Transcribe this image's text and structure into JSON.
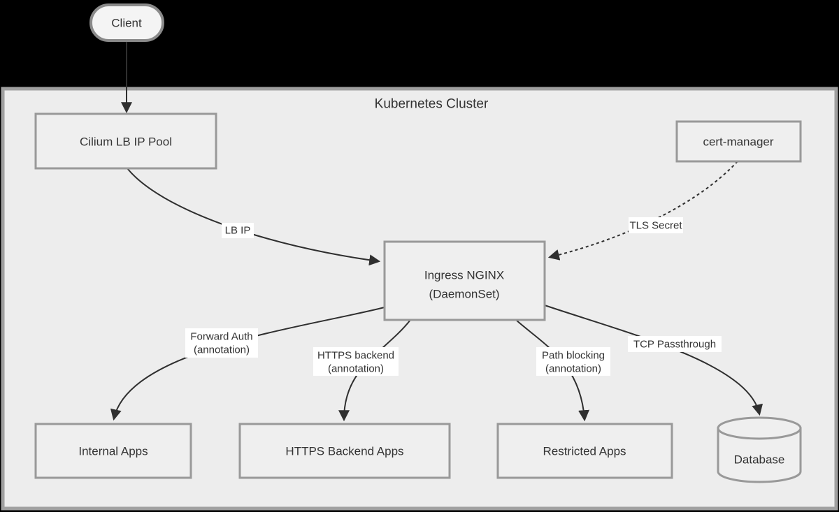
{
  "colors": {
    "page_background": "#000000",
    "cluster_fill": "#ededed",
    "cluster_border": "#a0a0a0",
    "node_fill": "#efefef",
    "node_border": "#999999",
    "edge": "#2f2f2f",
    "text": "#333333",
    "edge_label_background": "#ffffff"
  },
  "cluster": {
    "title": "Kubernetes Cluster"
  },
  "nodes": {
    "client": {
      "label": "Client",
      "shape": "stadium"
    },
    "cilium_lb_ip_pool": {
      "label": "Cilium LB IP Pool",
      "shape": "rect"
    },
    "cert_manager": {
      "label": "cert-manager",
      "shape": "rect"
    },
    "ingress_nginx": {
      "label_line1": "Ingress NGINX",
      "label_line2": "(DaemonSet)",
      "shape": "rect"
    },
    "internal_apps": {
      "label": "Internal Apps",
      "shape": "rect"
    },
    "https_backend_apps": {
      "label": "HTTPS Backend Apps",
      "shape": "rect"
    },
    "restricted_apps": {
      "label": "Restricted Apps",
      "shape": "rect"
    },
    "database": {
      "label": "Database",
      "shape": "cylinder"
    }
  },
  "edges": {
    "client_to_cilium": {
      "from": "Client",
      "to": "Cilium LB IP Pool",
      "style": "solid"
    },
    "lb_ip": {
      "from": "Cilium LB IP Pool",
      "to": "Ingress NGINX (DaemonSet)",
      "label": "LB IP",
      "style": "solid"
    },
    "tls_secret": {
      "from": "cert-manager",
      "to": "Ingress NGINX (DaemonSet)",
      "label": "TLS Secret",
      "style": "dotted"
    },
    "forward_auth": {
      "from": "Ingress NGINX (DaemonSet)",
      "to": "Internal Apps",
      "label_line1": "Forward Auth",
      "label_line2": "(annotation)",
      "style": "solid"
    },
    "https_backend": {
      "from": "Ingress NGINX (DaemonSet)",
      "to": "HTTPS Backend Apps",
      "label_line1": "HTTPS backend",
      "label_line2": "(annotation)",
      "style": "solid"
    },
    "path_blocking": {
      "from": "Ingress NGINX (DaemonSet)",
      "to": "Restricted Apps",
      "label_line1": "Path blocking",
      "label_line2": "(annotation)",
      "style": "solid"
    },
    "tcp_passthrough": {
      "from": "Ingress NGINX (DaemonSet)",
      "to": "Database",
      "label": "TCP Passthrough",
      "style": "solid"
    }
  }
}
